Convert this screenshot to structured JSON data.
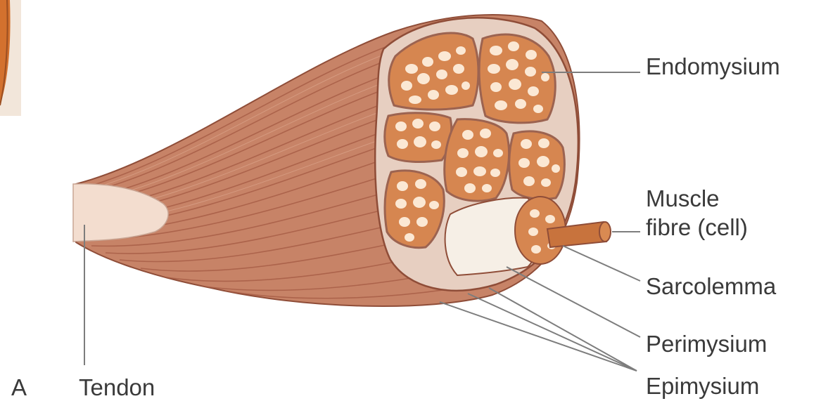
{
  "figure_letter": "A",
  "labels": {
    "endomysium": "Endomysium",
    "muscle_fibre_line1": "Muscle",
    "muscle_fibre_line2": "fibre (cell)",
    "sarcolemma": "Sarcolemma",
    "perimysium": "Perimysium",
    "epimysium": "Epimysium",
    "tendon": "Tendon"
  },
  "colors": {
    "muscle": "#c78367",
    "muscle_dark": "#a65c45",
    "muscle_light": "#dca58c",
    "fascicle_fill": "#d68650",
    "fibre_hole": "#fbe8d4",
    "connective": "#e7cfc1",
    "tendon": "#f3ddcf",
    "sarcolemma": "#f6efe6",
    "fibre_rod": "#c8733d",
    "leader": "#7d7d7d",
    "text": "#3a3a3a"
  }
}
